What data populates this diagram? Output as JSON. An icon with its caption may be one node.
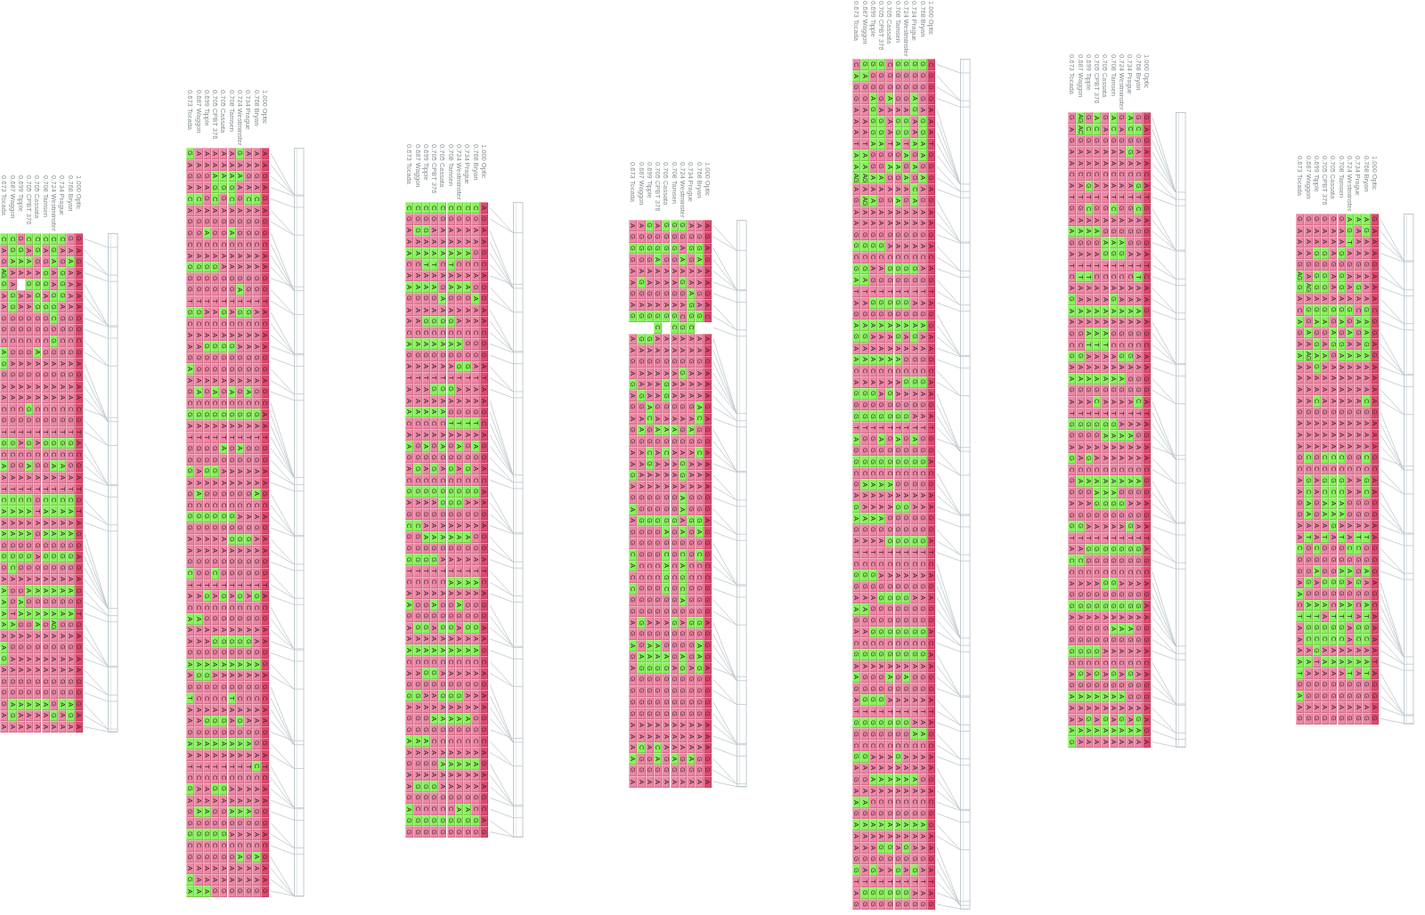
{
  "diagram": {
    "labels": [
      "0.673 Tocada",
      "0.687 Waggon",
      "0.699 Tipple",
      "0.705 CPBT 376",
      "0.705 Cassata",
      "0.708 Tamsen",
      "0.724 Westminster",
      "0.734 Prague",
      "0.768 Bryan",
      "1.000 Optic",
      "C A G AG G A A G G C A G G A A C G T G C A A T C A A A G G G A A A A A A A G A G G G A A",
      "C G A A A G G G G C G A G A A C G T G C G A T C A A A G G C A G G T A A G A A G G A G A",
      "G G A A A A G G C G A G A A C G T A C G A T C A A A G G G A G A A G A G A A G G A A A",
      "C A A A G A A G G C G A G A A G G T G C A A T C A A A G G G A A G A G A G A A G G A A A",
      "C G G A G G G G G C A A G A A C G T A C G A T G T A G G A G A A G A A A G A A G G A A A",
      "C A G G G A G G G C G A G A A C G T G C G A T C A A A G G G A A G A G A G A A G G A A A",
      "C G A A A G G C G G G A G A A C G T G C A A T C A A A G G G A A G A AG A G A A G G G G A",
      "C A G G G G A G G C G A G A A C G T G C A A T C A A A G G G A A G A G A G A A G G A A A",
      "G A A A A A A G G C G A G A A C G T G C G A T C A A A G G G A A G A G A G A A G G A G A",
      "G A G A A A A G G C G A G A A C G T A C G A T G T A G G A G A G G T G A G A A G G G A A",
      "0.673 Tocada",
      "0.687 Waggon",
      "0.699 Tipple",
      "0.705 CPBT 376",
      "0.705 Cassata",
      "0.708 Tamsen",
      "0.724 Westminster",
      "0.734 Prague",
      "0.768 Bryan",
      "1.000 Optic",
      "G A G A C A G G C A G G G T G C A A G A A G C G A T G G G A G C G G A A G C T A C A A A G A A G T A A G A A T C G A G G G C G A G A",
      "A A G A C A G G C A G G G T G C A A G G A A C G A T G G A A A C G G A A G G T A C A A A G A G G C A A G A A T C A A A G G C G A A A",
      "A A G A G A G A C A G G G T A C A G G G A G C G A T G G G A G C G G A A G G T G C G A A G A G G C A G G A A T C A A A G G C G A A A",
      "A A A G C A G G C A G G G T A C A G G G A A C G A T G G G A G C G G A A G C T A C G A G G A A G C A G G A A T C G A G G G C G A A G",
      "A A A G G A G G C A A G G T G C A G G G A G C G A T A G A A G C G G A A G G T G C G A G G A A G C A G G A A T C G A G G G C G A A G",
      "A A A G C A G A C A A G G T A C A G G G A A C G A T G G A A G C G G G A G G T A C G A G G A A G T A A G A A T C A A A G A C G A A G",
      "G A A A G A G G C A A G A T G C A A G G A G C G A T A G A A G C A G G A G G T G C G A G G A A G C A G G A A T C A A A G A C A A A G",
      "A A G A C A G G C A A G G T G C A A G G A A C G A T G G A A G C A G G A G G T A C G A G G A A G C A A G A A T C A A A G A C G A A G",
      "A A G A C A G G C A A G G T A C A A G G A G C G A T G G A A A C A G A A G G T G C G A A G A A G C A A G G A C C A A G G A C A A A G",
      "A A G A G A G G C A A G G T A C A A G G A G C A A T G G A A G C A G A A G G T A C G A A G G A G C A A G G A T C A A G G A C G A A G",
      "0.673 Tocada",
      "0.687 Waggon",
      "0.699 Tipple",
      "0.705 CPBT 376",
      "0.705 Cassata",
      "0.708 Tamsen",
      "0.724 Westminster",
      "0.734 Prague",
      "0.768 Bryan",
      "1.000 Optic",
      "C G A A A C A A G A A C A G A T A A A C A A G A C G A G C G G G T C A A G A A A C A G G A G G A A G A A G A G G",
      "C G G A A C A A G A A C A G A T A A A C A G G G C G A G C G G G T C A G G G A A C A G G A G G A A G A G G C G G",
      "C G G A A T A A G A G C A G A T A A A C A A G A C G A G A A G G T C A G G G A A C G G A A G G A A G A G G C G G",
      "C G A A A T A A G A G C A G A T G A A C A G G G C G A G A A G G T C A A G A A A C G G A A A G C A G A G G C G G",
      "C G A A A C A G A A G C A G A T G A A C A A G A C G G G A A G A T C A G G G A A C A G G A A G C A A A A G C G G",
      "C G A A A T A A G A G C A G A T G A G T A G G G C G G G A A G A T A A G G G A A C A G G A A G C A A A A G C G G",
      "C G A A A C A A G A A C A G G T A A G T A A G A C G G G A A G A T A A A G A A A C A G G A A G C A A A A G A G G",
      "C G A A A C A A G A A C G G G T A A G T A G G G C G A G A A G A T A A G G G A A C A G A A A G C A A A A G A G G",
      "C G A A G C A G A A A C G G A T A A G T A A G A C G A G A G G A T A A G G G A A C A G A A G G C A A A A G C G G",
      "A G A A G C A G G A A C G G A T A A G C A G G A C A A G A G G A T C A G G A A G C A G A A G G C A G A A G C A G",
      "0.673 Tocada",
      "0.687 Waggon",
      "0.699 Tipple",
      "0.705 CPBT 376",
      "0.705 Cassata",
      "0.708 Tamsen",
      "0.724 Westminster",
      "0.734 Prague",
      "0.768 Bryan",
      "1.000 Optic",
      "A G G G A A G A G A A G A G A G A G G A A G A G A A G G C A C C G G A G A G A G G G G A A A A G A",
      "A G G G A G G A G G A G A A G G A A G A A A A G G G G G G C C G G G G G G A G G G G G A A C G G A",
      "G G G G A A G A G G A G A A A A C G G C G A A G G G G G G C C G G G A G A A G G G G G A A A G G A",
      "A G G A A A G A G C A A G A A A G A A G A A A A G G G G G G C C G G G A G A A G G G G G A A C A G A",
      "G G G G A A G A G A A G A G G G A A G C A A A G G G A G C A G C G G A G G A G G G G G A A A G G A",
      "G G G G A A G A G C A A G A A A G A A G A A A A G G G G G G C C G G G G G G G A G G G G A A A A G A",
      "G G A A A G G A C G A A G G A A G A G G A G G A A A A A G C A G C A G A G G A G G G G G A A A G G A",
      "A G G G A A A G G C A A G A A A G A A G A A A A G G G G G G C C G G G G G G G A G G G G A A A A G A",
      "A G G A A A G A G A A G A A A A C G G C A A A G G G A G C C C G G G G G A A G G G G G A A A G G A",
      "A G A G A A G A C A A G A A A G A G G A A A A G G A G G G C C G G G A G G G A G G G G A A A G G A",
      "0.673 Tocada",
      "0.687 Waggon",
      "0.699 Tipple",
      "0.705 CPBT 376",
      "0.705 Cassata",
      "0.708 Tamsen",
      "0.724 Westminster",
      "0.734 Prague",
      "0.768 Bryan",
      "1.000 Optic",
      "C A G G A A A T A A AG A G A A G G C G A T A G A G A A C A G G G T A G G C G A G A G A T C G G A A G A C G A A G A T G G C G A G A A G A A A G G T A G",
      "G A G G A A A T A A AG A AG A A G G C G A T A G A G A A C A G G G T G G G C A A A A G A T C G G A A G A C G A G G G T G G C G A G A A G A A A G A T G G",
      "G G G A G G G A G G A A A A A G G C A G T G G A A A A C A G G G T G G G C A A A A G A T C G G A G G G C G A G G G T G G C A A A A C G A A A G G T G G",
      "G G G G A G G A G G A A G A A G G C A G T G G A A A A C A A G G T A G G C A A A A G A T C A G G G G G C G A G G G T G G C A A A A C G A A G G A T G G",
      "C G G A A A A T G A G A G A A G A C G G T G G A A A A C A G G G T G G G C A A A G G G T C A G G G G G C G A A G A T G G C A A A A C G A A G G A T G G",
      "G G G G A G G A G A G A A A A G A C G G T G G A G A A C A A G G T A G G C G A G G G G T C A G G G G G C G A G G A T G G C G A A A C G A A A G G T G G",
      "G G G G A G G T A G A A G A A G A C G G T G G A A A G C G A G G T G G G C G A G G G G T C A G G G G G C G A A G A T G G C A A A A C G A A G G A T G G",
      "G G G A G A A A G A G C A A A G A C G G T A G A G A G C G A G A T A G G C G A A G G G T C A G A G G G C G A G G A T A A C A A A A C G A A A G G T A G",
      "G G G G A G G A A G A A G A A G A C A G T A G A A A G C G A G A T G G G C G A A G G G T C A G A G G G C G A G G A T A A C A A G A C G A A A G A T A G",
      "C G G G A A A T G G G A G A A G A C A G T A G G A A G C A A G A T G G A C G A A G G A T C A G A G G A C A A G G A T A G C A A G A C G G A A G A T A G",
      "0.673 Tocada",
      "0.687 Waggon",
      "0.699 Tipple",
      "0.705 CPBT 376",
      "0.705 Cassata",
      "0.708 Tamsen",
      "0.724 Westminster",
      "0.734 Prague",
      "0.768 Bryan",
      "1.000 Optic",
      "G A G A A C A T G A A G A T C A G A A G C G A A G A T G G A G C G G A G G T A C C A G G A G G G C A G A A A A G",
      "AG AC G A A C A T G A A G A T T A A A A G C G A A G A T G G A A C A G A G G T A C C A G G A G G G C G G A A A A A",
      "G C G A A C G T C A A G A T T A A A A A T A A A G A T G G A G C A G A G A T G G C A G G A G G G C A G A A G A A",
      "A C G A A C A T G A A G A T C A A A A A T A A A G C T G G A A C A A G G A T G G C A G G A G G G C G G A A A A A",
      "G A G A A C A T G A G A G T C A A A A A T A A A G A T G A A A C A A G G A T G G C G G G A G G A C A G A A G A A",
      "A C G A A C A T C A G A G T C A G A A G C A A A G A T G A A A C A A G G A T G G C G G G A A G A C G G A A A A A",
      "G A G A A C A T G A G A G T C A A A A G C G A A G A T A A A A C A G G G A T G G C A G G A A G A C A G A A G A A",
      "A C G G A C A T G A G G A T C A A A A G C G A G G A T A A A A C A G A G G T G G C A G G A A G A C G G G A A A A",
      "G C G A A C G T C A G G A T T A A A A G C A A G G C T A G A A C A G A G A T G G C A G G A G G A C A G G A G A A",
      "G A G A A C A T G A G G A T C A A G A G C A A G G A T A G A A C G G A G A T A G C A G A A G G A C A G G A A G A",
      "0.673 Tocada",
      "0.687 Waggon",
      "0.699 Tipple",
      "0.705 CPBT 376",
      "0.705 Cassata",
      "0.708 Tamsen",
      "0.724 Westminster",
      "0.734 Prague",
      "0.768 Bryan",
      "1.000 Optic",
      "G A A A G AG G A C A G A A A A A A G A A A G C A A G G A A C G G A A C T A A A A T G A A G",
      "G A A A G A AG A G G A A AG A A A A G A A A C C G C A A A T G G G G G A T G C A A A G G A G",
      "G A A G G G G A G A G G A G A A C G A A A G C A A G G A A C G A A G A T G C G T A G G A G",
      "G A A G G G G A G A G A A A A A A G A A A C C G C A A A T G G G G G A A G C A A A G G A G",
      "G A A A G A A A G G A G G A A A A G A A A C C G C A A G A G G G G G C T G C A A A G G A G",
      "G A A G G G G A G A G G A A A A A G A A A C C G C A A A T G G A G G A T G C A A A G G A G",
      "A G T A G A A A G G A A A A A A A G A A A G C A A G G A A C G A A G A T A A A A T G G A G",
      "A A A A G A G A C A G A A A A A A G A A A G C A A G G A T C G G G G C A G C A A A G G A G",
      "A G A A G A A A G A A G A A A A C G A A A C C G C G G A T G G A A G A T G C A A T G G A G",
      "G A A A G A A A C G G A G A A A A G A A A G C A A G G A A G G G A G C A A A A T A G G A G"
    ]
  }
}
